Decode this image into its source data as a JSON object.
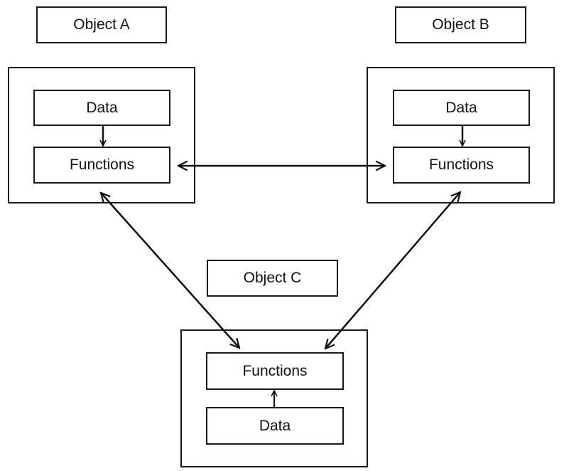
{
  "objects": {
    "a": {
      "title": "Object A",
      "data_label": "Data",
      "functions_label": "Functions"
    },
    "b": {
      "title": "Object B",
      "data_label": "Data",
      "functions_label": "Functions"
    },
    "c": {
      "title": "Object C",
      "data_label": "Data",
      "functions_label": "Functions"
    }
  }
}
